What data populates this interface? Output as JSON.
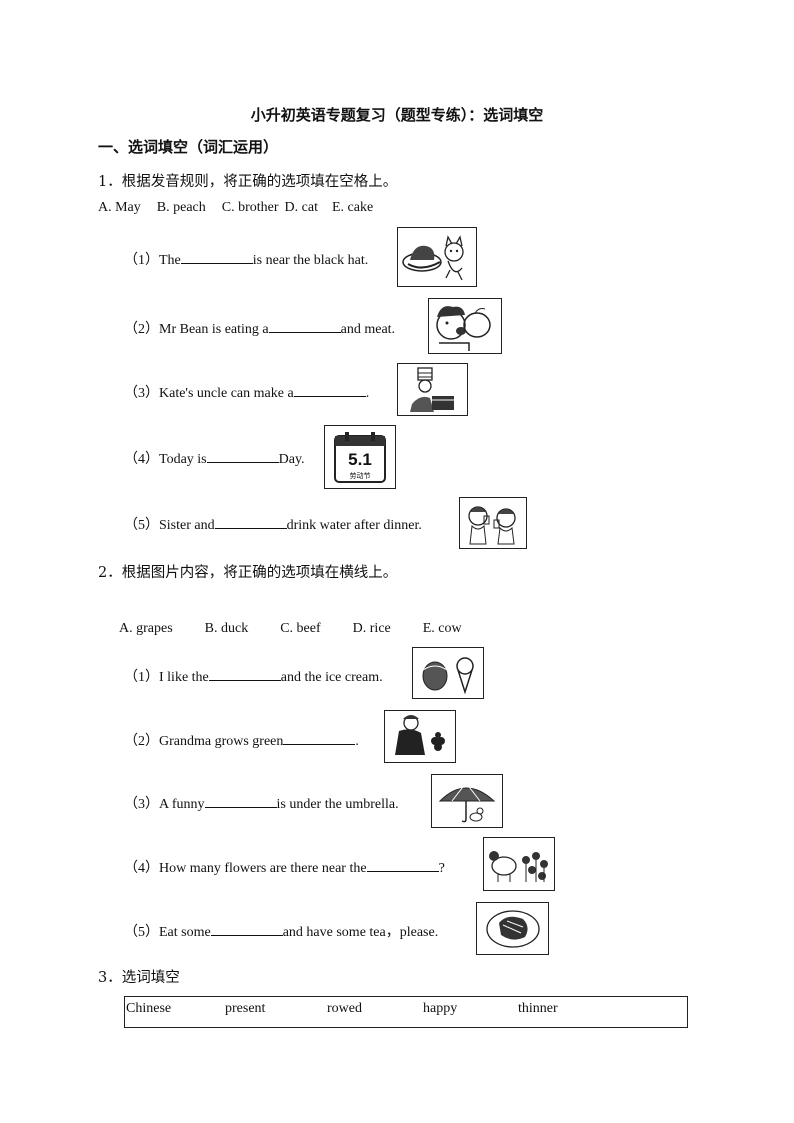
{
  "title": "小升初英语专题复习（题型专练）：选词填空",
  "section": "一、选词填空（词汇运用）",
  "q1": {
    "prompt": "1．根据发音规则，将正确的选项填在空格上。",
    "options": [
      "A. May",
      "B. peach",
      "C. brother",
      "D. cat",
      "E. cake"
    ],
    "items": [
      {
        "num": "（1）",
        "pre": "The",
        "post": "is near the black hat.",
        "image": "hat-and-cat-picture"
      },
      {
        "num": "（2）",
        "pre": "Mr Bean is eating a",
        "post": "and meat.",
        "image": "man-eating-peach-picture"
      },
      {
        "num": "（3）",
        "pre": "Kate's uncle can make a",
        "post": ".",
        "image": "chef-and-cake-picture"
      },
      {
        "num": "（4）",
        "pre": "Today is",
        "post": "Day.",
        "image": "calendar-picture"
      },
      {
        "num": "（5）",
        "pre": "Sister and",
        "post": "drink water after dinner.",
        "image": "children-drinking-picture"
      }
    ],
    "calendar_date": "5.1",
    "calendar_caption": "劳动节"
  },
  "q2": {
    "prompt": "2．根据图片内容，将正确的选项填在横线上。",
    "options": [
      "A. grapes",
      "B. duck",
      "C. beef",
      "D. rice",
      "E. cow"
    ],
    "items": [
      {
        "num": "（1）",
        "pre": "I like the",
        "post": "and the ice cream.",
        "image": "rice-and-icecream-picture"
      },
      {
        "num": "（2）",
        "pre": "Grandma grows green",
        "post": ".",
        "image": "grandma-grapes-picture"
      },
      {
        "num": "（3）",
        "pre": "A funny",
        "post": "is under the umbrella.",
        "image": "duck-umbrella-picture"
      },
      {
        "num": "（4）",
        "pre": "How many flowers are there near the",
        "post": "?",
        "image": "cow-flowers-picture"
      },
      {
        "num": "（5）",
        "pre": "Eat some",
        "post": "and have some tea，please.",
        "image": "beef-plate-picture"
      }
    ]
  },
  "q3": {
    "prompt": "3．选词填空",
    "words": [
      "Chinese",
      "present",
      "rowed",
      "happy",
      "thinner"
    ]
  }
}
